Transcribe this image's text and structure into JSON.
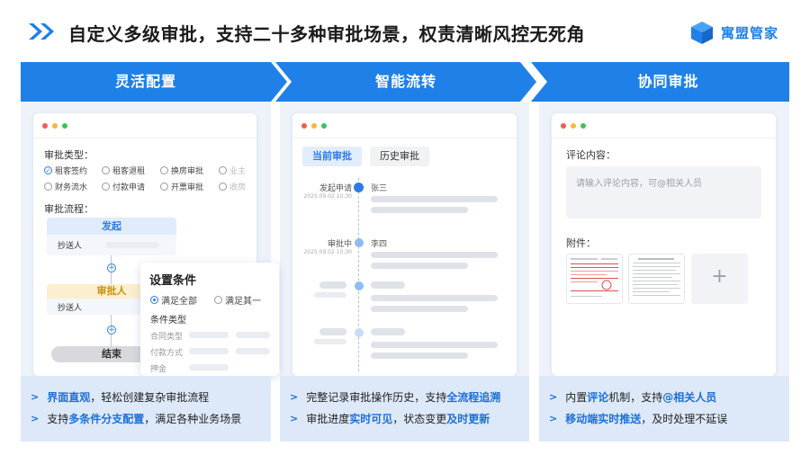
{
  "header": {
    "title": "自定义多级审批，支持二十多种审批场景，权责清晰风控无死角",
    "brand_name": "寓盟管家"
  },
  "colors": {
    "accent": "#1f80e8",
    "ribbon": "#1f80e8",
    "highlight": "#1f6fd8",
    "panel_bg": "#eef3fa",
    "feature_bg": "#dde9f8"
  },
  "ribbons": [
    "灵活配置",
    "智能流转",
    "协同审批"
  ],
  "panel1": {
    "type_label": "审批类型：",
    "types_row1": [
      "租客签约",
      "租客退租",
      "换房审批",
      "业主"
    ],
    "types_row2": [
      "财务流水",
      "付款申请",
      "开票审批",
      "收房"
    ],
    "flow_label": "审批流程：",
    "start_node": "发起",
    "cc_label": "抄送人",
    "approver_node": "审批人",
    "cc_label2": "抄送人",
    "end_node": "结束",
    "popup": {
      "title": "设置条件",
      "opt_all": "满足全部",
      "opt_any": "满足其一",
      "cond_type": "条件类型",
      "fields": [
        "合同类型",
        "付款方式",
        "押金"
      ]
    }
  },
  "panel2": {
    "tab_current": "当前审批",
    "tab_history": "历史审批",
    "steps": [
      {
        "name": "发起申请",
        "time": "2025.09.02 10:30",
        "person": "张三"
      },
      {
        "name": "审批中",
        "time": "2025.09.02 10:30",
        "person": "李四"
      }
    ]
  },
  "panel3": {
    "comment_label": "评论内容：",
    "comment_placeholder": "请输入评论内容，可@相关人员",
    "attach_label": "附件：",
    "add_symbol": "+"
  },
  "features": [
    [
      {
        "pre": "",
        "hl": "界面直观",
        "post": "，轻松创建复杂审批流程"
      },
      {
        "pre": "支持",
        "hl": "多条件分支配置",
        "post": "，满足各种业务场景"
      }
    ],
    [
      {
        "pre": "完整记录审批操作历史，支持",
        "hl": "全流程追溯",
        "post": ""
      },
      {
        "pre": "审批进度",
        "hl": "实时可见",
        "post": "，状态变更",
        "hl2": "及时更新"
      }
    ],
    [
      {
        "pre": "内置",
        "hl": "评论",
        "post": "机制，支持",
        "hl2": "@相关人员"
      },
      {
        "pre": "",
        "hl": "移动端实时推送",
        "post": "，及时处理不延误"
      }
    ]
  ]
}
